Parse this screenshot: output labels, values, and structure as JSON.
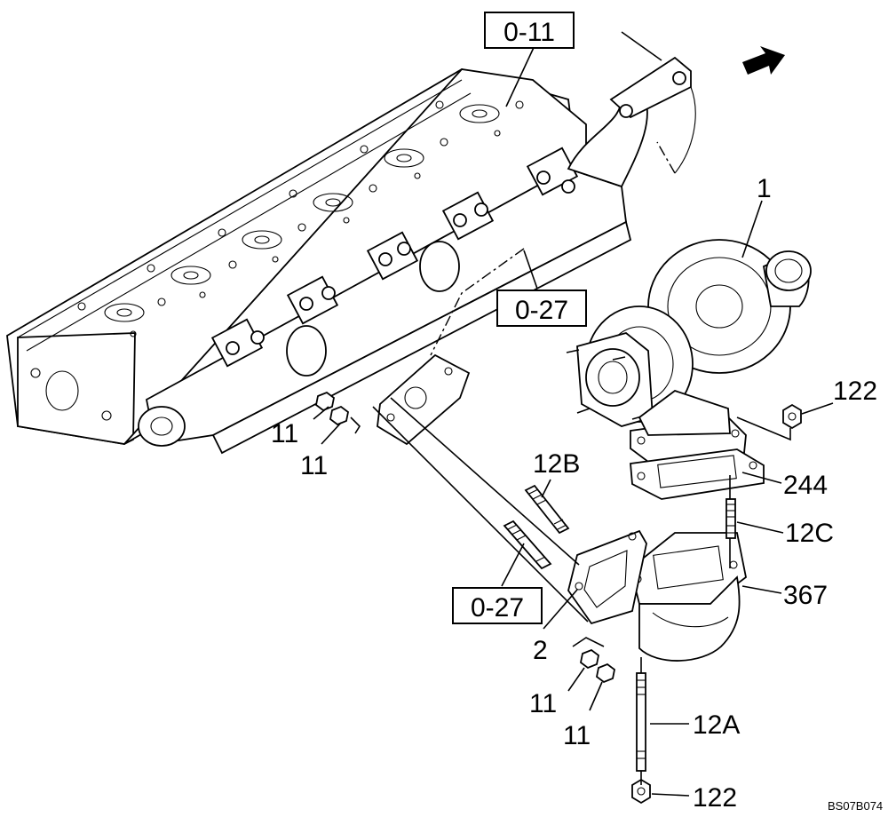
{
  "diagram": {
    "reference_boxes": [
      {
        "id": "ref-cylinder-head",
        "label": "0-11"
      },
      {
        "id": "ref-manifold-upper",
        "label": "0-27"
      },
      {
        "id": "ref-manifold-lower",
        "label": "0-27"
      }
    ],
    "callouts": [
      {
        "id": "turbocharger",
        "label": "1"
      },
      {
        "id": "gasket-2",
        "label": "2"
      },
      {
        "id": "nut-11-a",
        "label": "11"
      },
      {
        "id": "nut-11-b",
        "label": "11"
      },
      {
        "id": "nut-11-c",
        "label": "11"
      },
      {
        "id": "nut-11-d",
        "label": "11"
      },
      {
        "id": "stud-12b",
        "label": "12B"
      },
      {
        "id": "stud-12c",
        "label": "12C"
      },
      {
        "id": "stud-12a",
        "label": "12A"
      },
      {
        "id": "nut-122-top",
        "label": "122"
      },
      {
        "id": "nut-122-bottom",
        "label": "122"
      },
      {
        "id": "gasket-244",
        "label": "244"
      },
      {
        "id": "adapter-367",
        "label": "367"
      }
    ],
    "drawing_code": "BS07B074",
    "direction_arrow": "front-arrow-icon"
  }
}
